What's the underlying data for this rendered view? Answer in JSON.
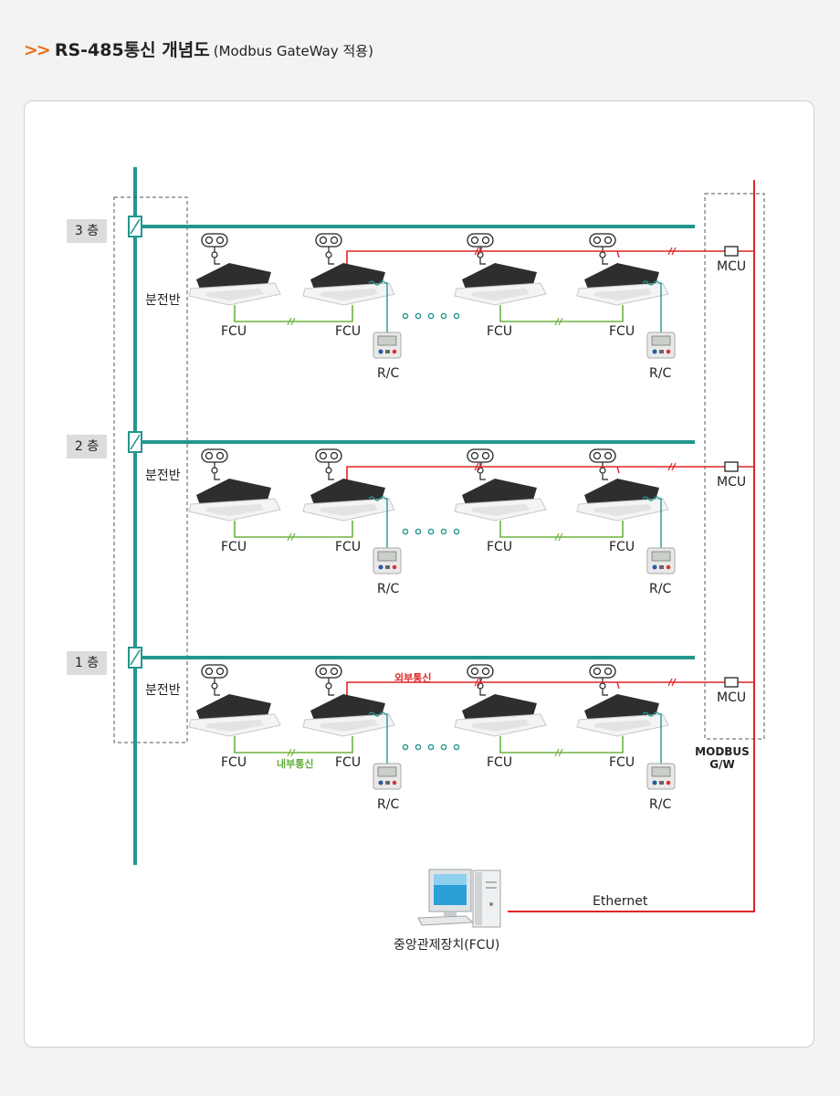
{
  "title": {
    "arrow": ">>",
    "main": "RS-485통신 개념도",
    "sub": "(Modbus GateWay 적용)"
  },
  "floors": [
    {
      "label": "3 층",
      "panel": "분전반"
    },
    {
      "label": "2 층",
      "panel": "분전반"
    },
    {
      "label": "1 층",
      "panel": "분전반"
    }
  ],
  "labels": {
    "fcu": "FCU",
    "rc": "R/C",
    "mcu": "MCU",
    "gateway": "MODBUS G/W",
    "external": "외부통신",
    "internal": "내부통신",
    "ethernet": "Ethernet",
    "central": "중앙관제장치(FCU)"
  },
  "colors": {
    "bus": "#24968e",
    "external_line": "#e02424",
    "internal_line": "#6cb33f",
    "title_accent": "#e8731c"
  }
}
